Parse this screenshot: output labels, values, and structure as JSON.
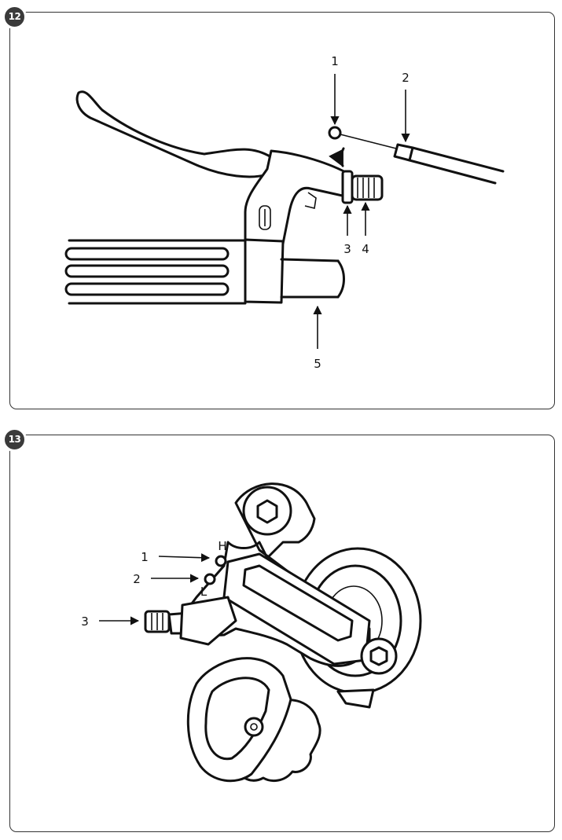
{
  "figures": [
    {
      "number": "12",
      "callouts": [
        "1",
        "2",
        "3",
        "4",
        "5"
      ]
    },
    {
      "number": "13",
      "callouts": [
        "1",
        "2",
        "3"
      ],
      "screw_marks": [
        "H",
        "L"
      ]
    }
  ]
}
